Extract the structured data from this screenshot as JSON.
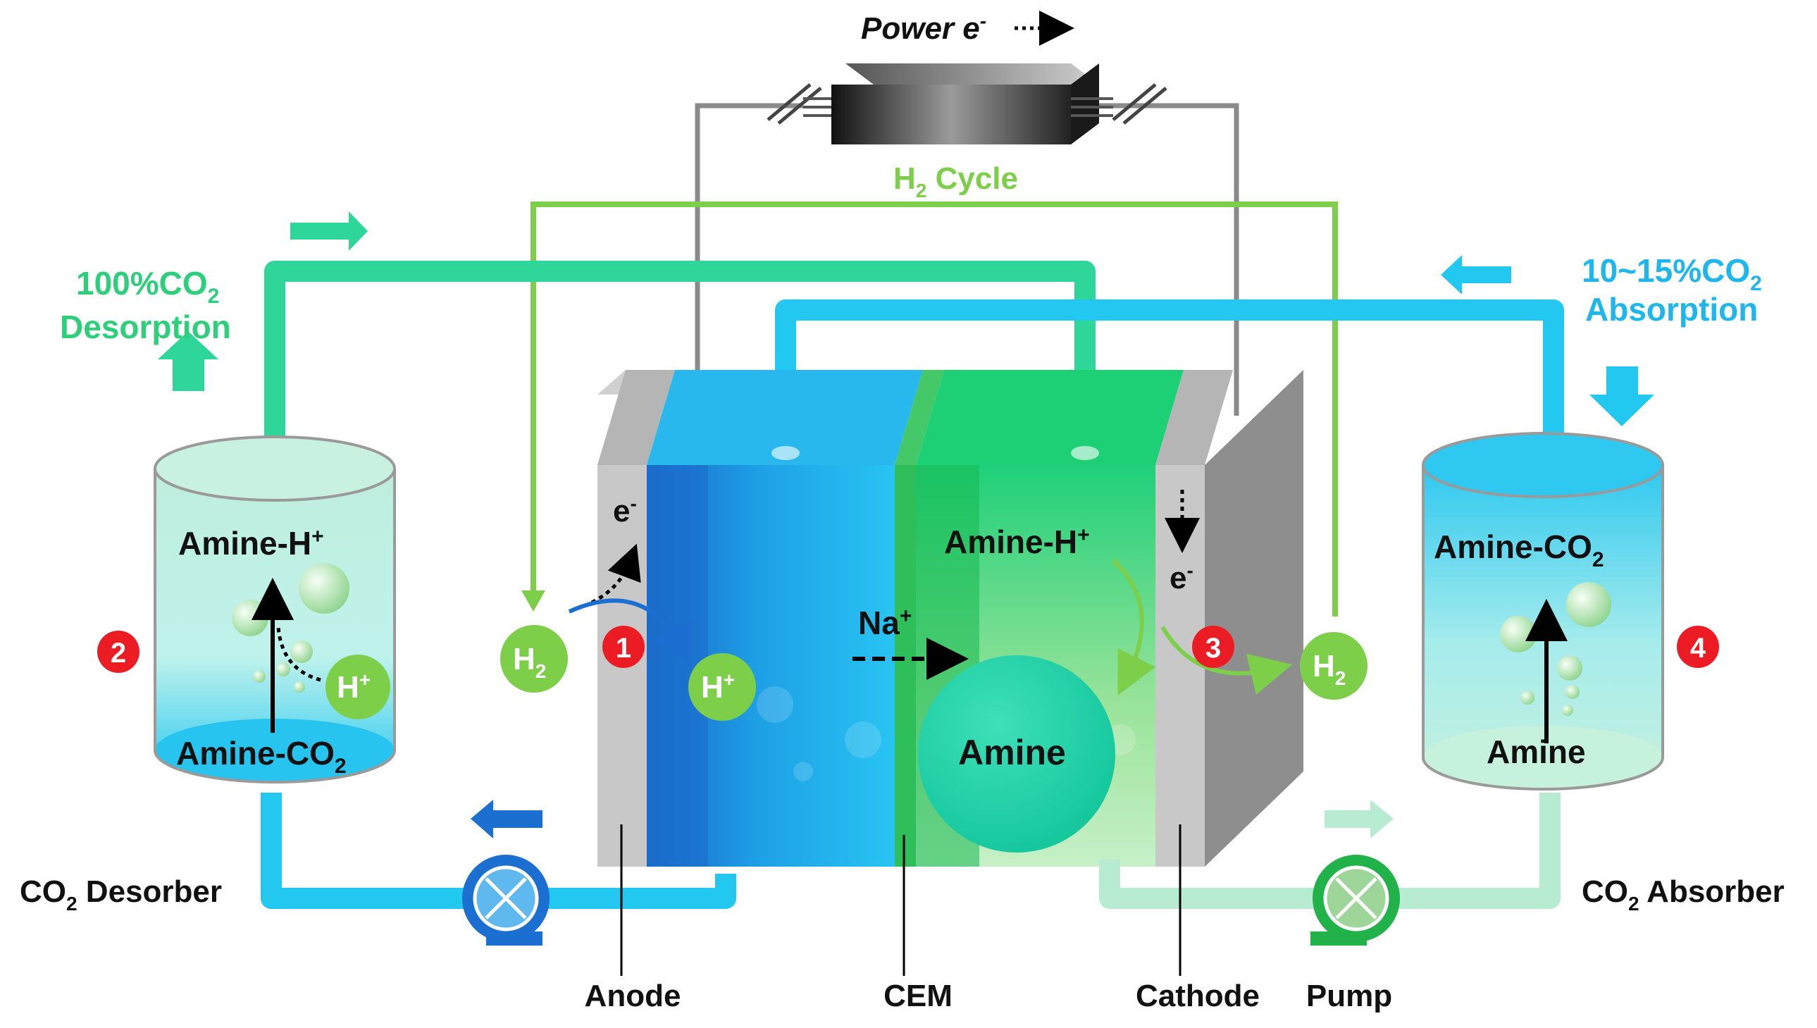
{
  "power": {
    "label": "Power",
    "electron": "e",
    "minus": "-"
  },
  "h2_cycle": {
    "h": "H",
    "sub": "2",
    "rest": " Cycle"
  },
  "desorption": {
    "line1_main": "100%CO",
    "line1_sub": "2",
    "line2": "Desorption"
  },
  "absorption": {
    "line1_main": "10~15%CO",
    "line1_sub": "2",
    "line2": "Absorption"
  },
  "desorber_tank": {
    "top_main": "Amine-H",
    "top_sup": "+",
    "bottom_main": "Amine-CO",
    "bottom_sub": "2",
    "ion_main": "H",
    "ion_sup": "+"
  },
  "absorber_tank": {
    "top_main": "Amine-CO",
    "top_sub": "2",
    "bottom": "Amine"
  },
  "cell": {
    "anode_electron": "e",
    "anode_electron_sup": "-",
    "h2_left_main": "H",
    "h2_left_sub": "2",
    "proton_main": "H",
    "proton_sup": "+",
    "na_main": "Na",
    "na_sup": "+",
    "amine_h_main": "Amine-H",
    "amine_h_sup": "+",
    "cathode_electron": "e",
    "cathode_electron_sup": "-",
    "amine_ball": "Amine",
    "h2_right_main": "H",
    "h2_right_sub": "2"
  },
  "steps": [
    "1",
    "2",
    "3",
    "4"
  ],
  "bottom_labels": {
    "desorber_main": "CO",
    "desorber_sub": "2",
    "desorber_rest": " Desorber",
    "absorber_main": "CO",
    "absorber_sub": "2",
    "absorber_rest": " Absorber",
    "anode": "Anode",
    "cem": "CEM",
    "cathode": "Cathode",
    "pump": "Pump"
  },
  "colors": {
    "green_text": "#2ecf7a",
    "blue_text": "#1fb6ec",
    "light_green": "#7dcf4a",
    "step_red": "#ec1c24",
    "teal_pipe": "#2fd69a",
    "blue_pipe": "#22c8f0"
  }
}
